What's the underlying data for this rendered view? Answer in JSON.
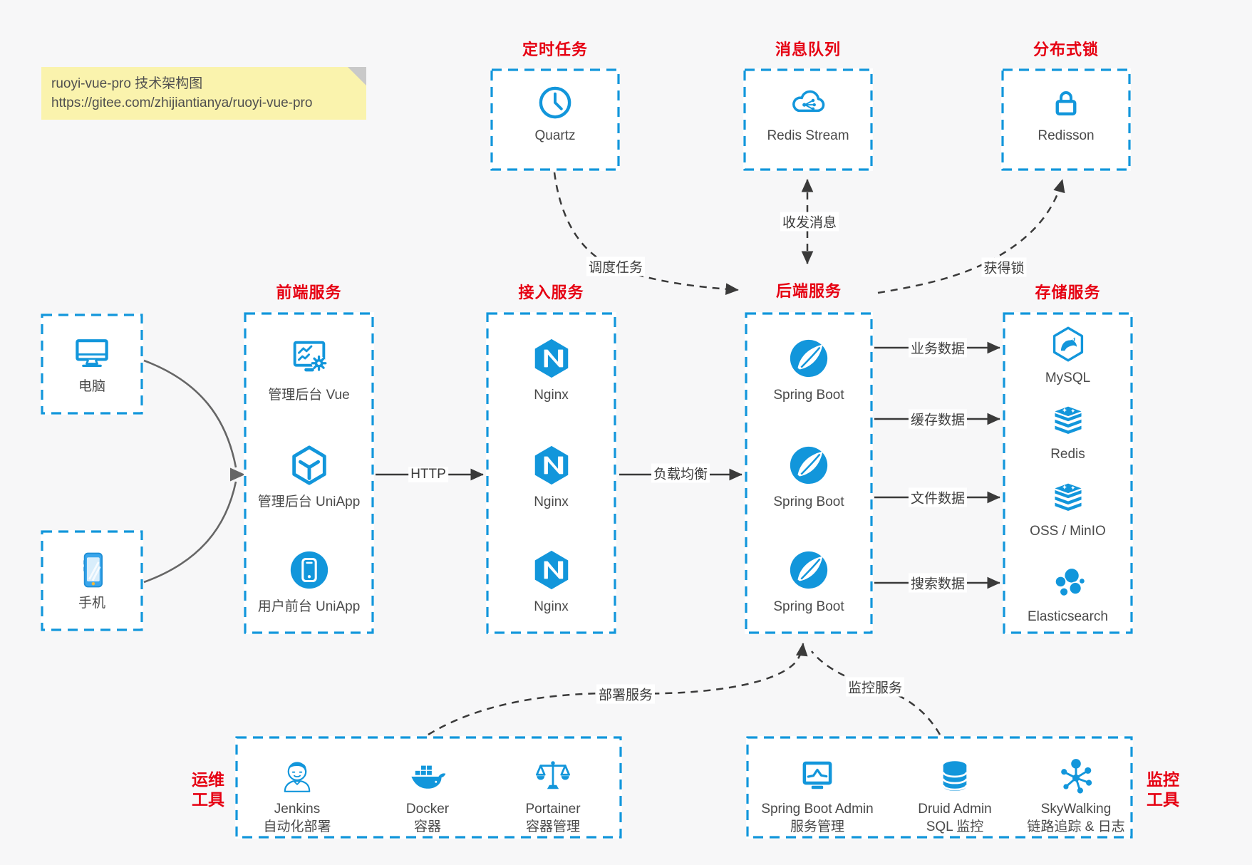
{
  "note": {
    "line1": "ruoyi-vue-pro 技术架构图",
    "line2": "https://gitee.com/zhijiantianya/ruoyi-vue-pro"
  },
  "colors": {
    "accent_blue": "#1296db",
    "title_red": "#e60012",
    "arrow_dark": "#3a3a3a",
    "client_arrow_gray": "#666666",
    "note_bg": "#faf3ad",
    "canvas_bg": "#f7f7f8"
  },
  "top_nodes": {
    "scheduler": {
      "title": "定时任务",
      "label": "Quartz",
      "icon": "quartz-clock-icon"
    },
    "mq": {
      "title": "消息队列",
      "label": "Redis Stream",
      "icon": "redis-stream-cloud-icon"
    },
    "lock": {
      "title": "分布式锁",
      "label": "Redisson",
      "icon": "redisson-lock-icon"
    }
  },
  "clients": {
    "pc": {
      "label": "电脑",
      "icon": "desktop-icon"
    },
    "mobile": {
      "label": "手机",
      "icon": "mobile-phone-icon"
    }
  },
  "groups": {
    "frontend": {
      "title": "前端服务",
      "items": [
        {
          "label": "管理后台 Vue",
          "icon": "admin-dashboard-icon"
        },
        {
          "label": "管理后台 UniApp",
          "icon": "uniapp-cube-icon"
        },
        {
          "label": "用户前台 UniApp",
          "icon": "user-app-icon"
        }
      ]
    },
    "gateway": {
      "title": "接入服务",
      "items": [
        {
          "label": "Nginx",
          "icon": "nginx-icon"
        },
        {
          "label": "Nginx",
          "icon": "nginx-icon"
        },
        {
          "label": "Nginx",
          "icon": "nginx-icon"
        }
      ]
    },
    "backend": {
      "title": "后端服务",
      "items": [
        {
          "label": "Spring Boot",
          "icon": "spring-boot-icon"
        },
        {
          "label": "Spring Boot",
          "icon": "spring-boot-icon"
        },
        {
          "label": "Spring Boot",
          "icon": "spring-boot-icon"
        }
      ]
    },
    "storage": {
      "title": "存储服务",
      "items": [
        {
          "label": "MySQL",
          "icon": "mysql-icon"
        },
        {
          "label": "Redis",
          "icon": "redis-icon"
        },
        {
          "label": "OSS / MinIO",
          "icon": "oss-minio-icon"
        },
        {
          "label": "Elasticsearch",
          "icon": "elasticsearch-icon"
        }
      ]
    },
    "ops": {
      "label_line1": "运维",
      "label_line2": "工具",
      "items": [
        {
          "line1": "Jenkins",
          "line2": "自动化部署",
          "icon": "jenkins-icon"
        },
        {
          "line1": "Docker",
          "line2": "容器",
          "icon": "docker-icon"
        },
        {
          "line1": "Portainer",
          "line2": "容器管理",
          "icon": "portainer-icon"
        }
      ]
    },
    "monitoring": {
      "label_line1": "监控",
      "label_line2": "工具",
      "items": [
        {
          "line1": "Spring Boot Admin",
          "line2": "服务管理",
          "icon": "spring-boot-admin-icon"
        },
        {
          "line1": "Druid Admin",
          "line2": "SQL 监控",
          "icon": "druid-icon"
        },
        {
          "line1": "SkyWalking",
          "line2": "链路追踪 & 日志",
          "icon": "skywalking-icon"
        }
      ]
    }
  },
  "edges": {
    "http": "HTTP",
    "load_balance": "负载均衡",
    "business_data": "业务数据",
    "cache_data": "缓存数据",
    "file_data": "文件数据",
    "search_data": "搜索数据",
    "schedule_task": "调度任务",
    "send_receive_message": "收发消息",
    "acquire_lock": "获得锁",
    "deploy_service": "部署服务",
    "monitor_service": "监控服务"
  }
}
